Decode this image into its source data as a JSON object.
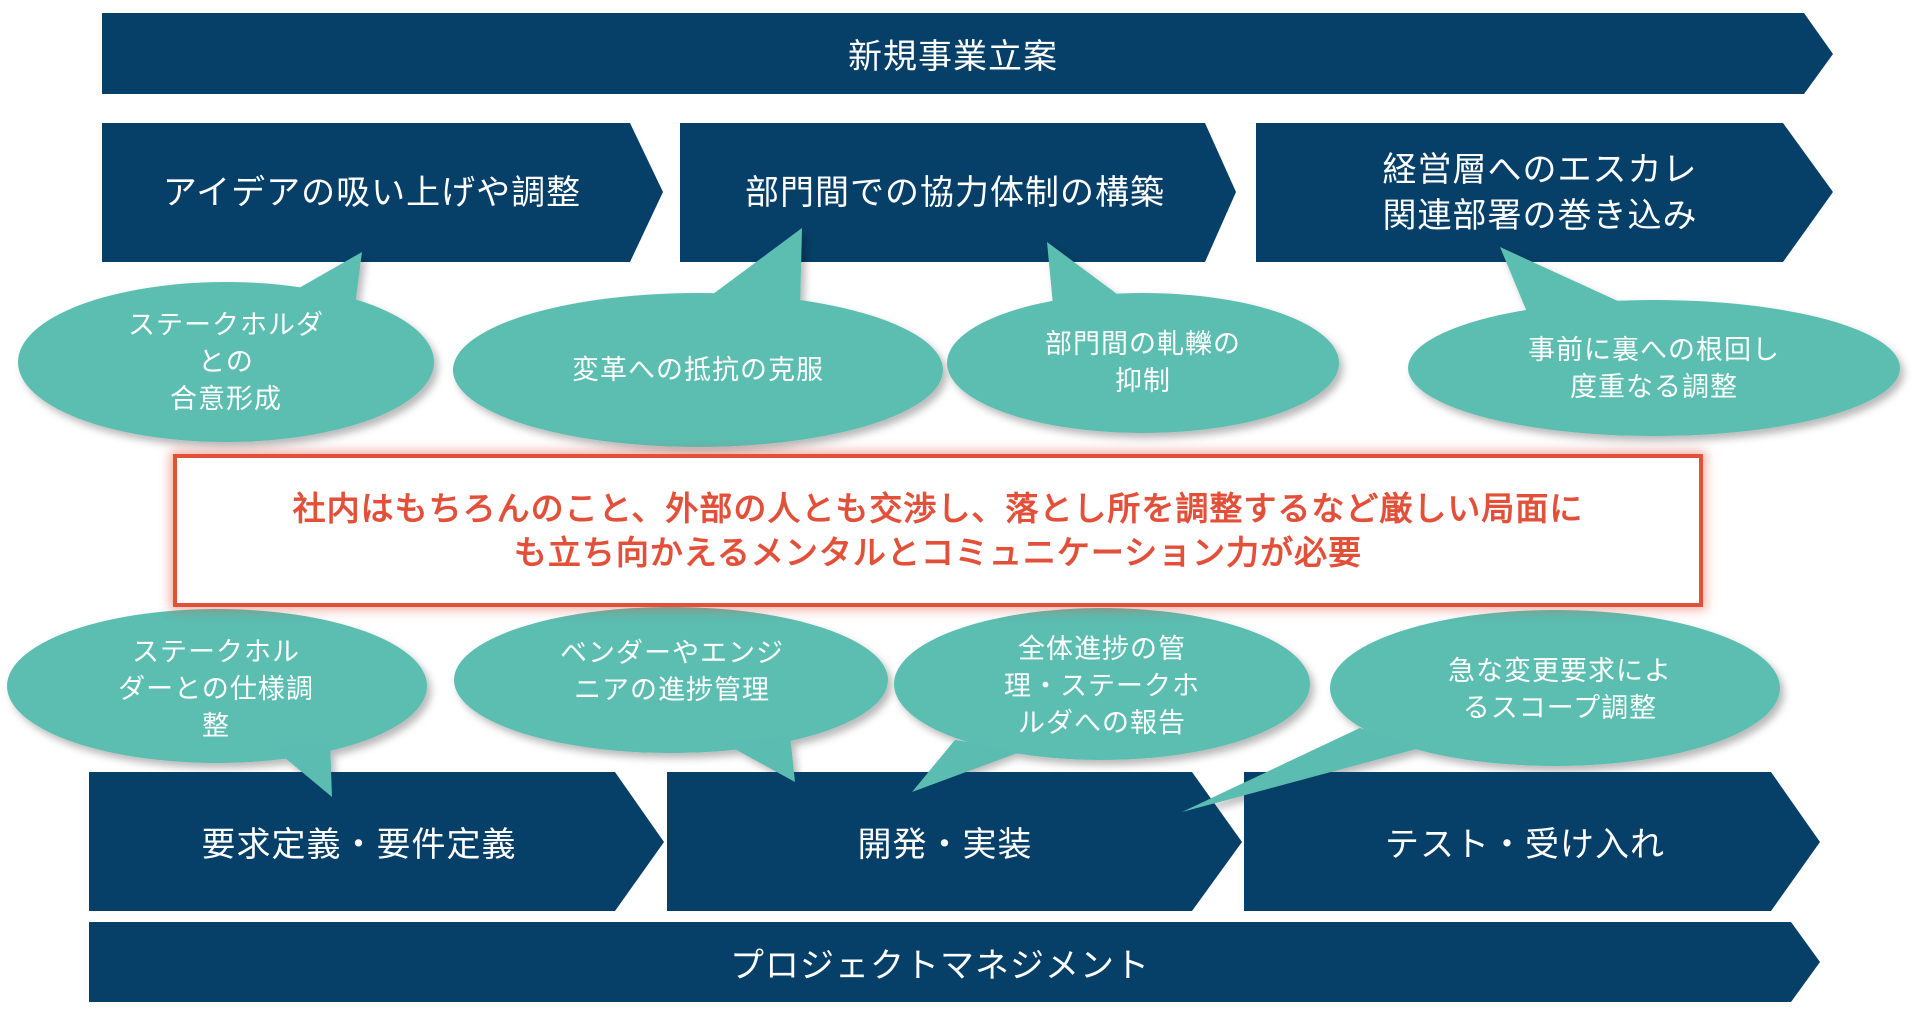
{
  "colors": {
    "navy": "#063f67",
    "teal": "#5bbdb1",
    "callout_red": "#e2503a",
    "text_white": "#ffffff"
  },
  "top_bar": {
    "label": "新規事業立案"
  },
  "upper_stages": [
    {
      "label": "アイデアの吸い上げや調整"
    },
    {
      "label": "部門間での協力体制の構築"
    },
    {
      "label": "経営層へのエスカレ\n関連部署の巻き込み"
    }
  ],
  "upper_bubbles": [
    {
      "label": "ステークホルダ\nとの\n合意形成"
    },
    {
      "label": "変革への抵抗の克服"
    },
    {
      "label": "部門間の軋轢の\n抑制"
    },
    {
      "label": "事前に裏への根回し\n度重なる調整"
    }
  ],
  "callout": {
    "text": "社内はもちろんのこと、外部の人とも交渉し、落とし所を調整するなど厳しい局面に\nも立ち向かえるメンタルとコミュニケーション力が必要"
  },
  "lower_bubbles": [
    {
      "label": "ステークホル\nダーとの仕様調\n整"
    },
    {
      "label": "ベンダーやエンジ\nニアの進捗管理"
    },
    {
      "label": "全体進捗の管\n理・ステークホ\nルダへの報告"
    },
    {
      "label": "急な変更要求によ\nるスコープ調整"
    }
  ],
  "lower_stages": [
    {
      "label": "要求定義・要件定義"
    },
    {
      "label": "開発・実装"
    },
    {
      "label": "テスト・受け入れ"
    }
  ],
  "bottom_bar": {
    "label": "プロジェクトマネジメント"
  }
}
